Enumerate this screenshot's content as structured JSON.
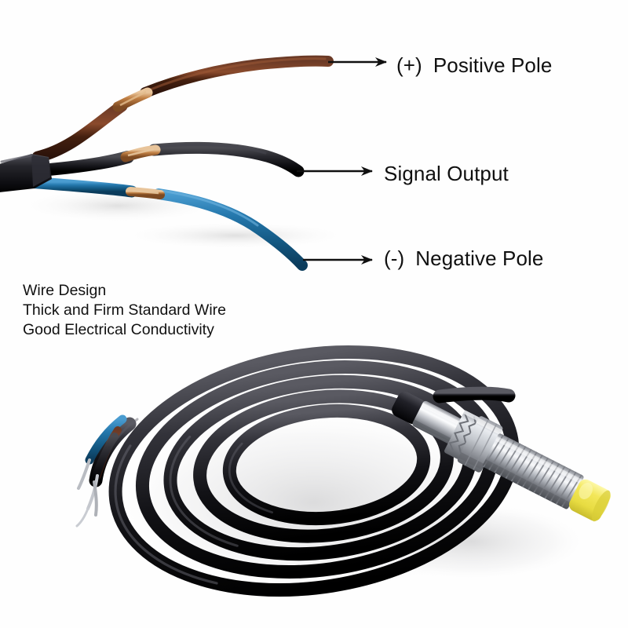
{
  "image": {
    "type": "product-photo-composite",
    "subject": "inductive proximity sensor with 3-wire cable",
    "background_color": "#fefefe"
  },
  "callouts": [
    {
      "id": "positive",
      "sign": "(+)",
      "label": "Positive Pole",
      "wire_color_name": "brown",
      "wire_color": "#4a2218",
      "arrow": "arrow-right-icon"
    },
    {
      "id": "signal",
      "sign": "",
      "label": "Signal Output",
      "wire_color_name": "black",
      "wire_color": "#17171a",
      "arrow": "arrow-right-icon"
    },
    {
      "id": "negative",
      "sign": "(-)",
      "label": "Negative Pole",
      "wire_color_name": "blue",
      "wire_color": "#1f6fa8",
      "arrow": "arrow-right-icon"
    }
  ],
  "caption": {
    "line1": "Wire Design",
    "line2": "Thick and Firm Standard Wire",
    "line3": "Good Electrical Conductivity"
  },
  "colors": {
    "wire_brown": "#4a2218",
    "wire_black": "#17171a",
    "wire_blue": "#1f6fa8",
    "copper_splice": "#b4753c",
    "cable_jacket": "#15151a",
    "sensor_chrome": "#c9cace",
    "sensor_face_yellow": "#f0e44a",
    "text": "#111111",
    "arrow": "#101010"
  },
  "parts": {
    "top_photo": "spliced-wire-closeup",
    "bottom_photo": "coiled-cable-with-sensor",
    "sensor_barrel": "threaded-chrome-barrel",
    "sensor_nut": "hex-nut",
    "sensor_washer": "star-lock-washer",
    "sensor_face": "yellow-sensing-face",
    "stripped_ends": "tinned-wire-ends"
  }
}
